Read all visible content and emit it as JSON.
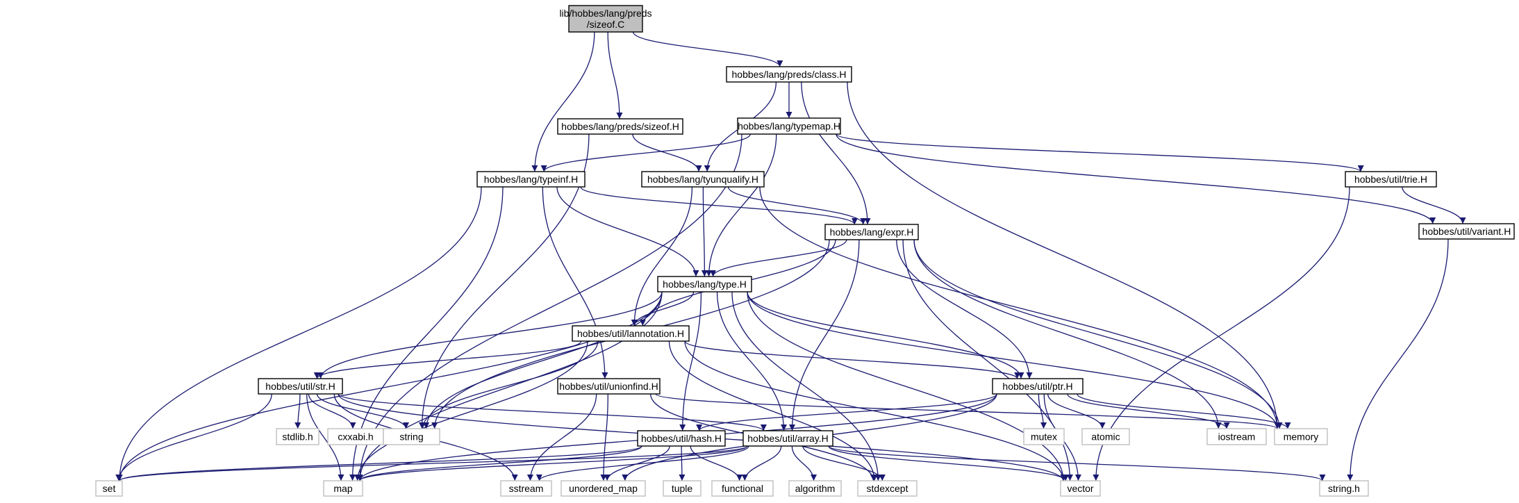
{
  "graph": {
    "title": "",
    "colors": {
      "edge": "#191970",
      "root_fill": "#bfbfbf",
      "node_border": "#000000",
      "external_border": "#bfbfbf",
      "node_fill": "#ffffff",
      "text": "#000000"
    },
    "nodes": [
      {
        "id": "root",
        "label": [
          "lib/hobbes/lang/preds",
          "/sizeof.C"
        ],
        "kind": "root"
      },
      {
        "id": "class",
        "label": [
          "hobbes/lang/preds/class.H"
        ],
        "kind": "header"
      },
      {
        "id": "sizeofH",
        "label": [
          "hobbes/lang/preds/sizeof.H"
        ],
        "kind": "header"
      },
      {
        "id": "typemap",
        "label": [
          "hobbes/lang/typemap.H"
        ],
        "kind": "header"
      },
      {
        "id": "typeinf",
        "label": [
          "hobbes/lang/typeinf.H"
        ],
        "kind": "header"
      },
      {
        "id": "tyunq",
        "label": [
          "hobbes/lang/tyunqualify.H"
        ],
        "kind": "header"
      },
      {
        "id": "trie",
        "label": [
          "hobbes/util/trie.H"
        ],
        "kind": "header"
      },
      {
        "id": "expr",
        "label": [
          "hobbes/lang/expr.H"
        ],
        "kind": "header"
      },
      {
        "id": "variant",
        "label": [
          "hobbes/util/variant.H"
        ],
        "kind": "header"
      },
      {
        "id": "type",
        "label": [
          "hobbes/lang/type.H"
        ],
        "kind": "header"
      },
      {
        "id": "lann",
        "label": [
          "hobbes/util/lannotation.H"
        ],
        "kind": "header"
      },
      {
        "id": "str",
        "label": [
          "hobbes/util/str.H"
        ],
        "kind": "header"
      },
      {
        "id": "uf",
        "label": [
          "hobbes/util/unionfind.H"
        ],
        "kind": "header"
      },
      {
        "id": "ptr",
        "label": [
          "hobbes/util/ptr.H"
        ],
        "kind": "header"
      },
      {
        "id": "hash",
        "label": [
          "hobbes/util/hash.H"
        ],
        "kind": "header"
      },
      {
        "id": "array",
        "label": [
          "hobbes/util/array.H"
        ],
        "kind": "header"
      },
      {
        "id": "stdlib",
        "label": [
          "stdlib.h"
        ],
        "kind": "external"
      },
      {
        "id": "cxxabi",
        "label": [
          "cxxabi.h"
        ],
        "kind": "external"
      },
      {
        "id": "string",
        "label": [
          "string"
        ],
        "kind": "external"
      },
      {
        "id": "mutex",
        "label": [
          "mutex"
        ],
        "kind": "external"
      },
      {
        "id": "atomic",
        "label": [
          "atomic"
        ],
        "kind": "external"
      },
      {
        "id": "iostream",
        "label": [
          "iostream"
        ],
        "kind": "external"
      },
      {
        "id": "memory",
        "label": [
          "memory"
        ],
        "kind": "external"
      },
      {
        "id": "set",
        "label": [
          "set"
        ],
        "kind": "external"
      },
      {
        "id": "map",
        "label": [
          "map"
        ],
        "kind": "external"
      },
      {
        "id": "sstream",
        "label": [
          "sstream"
        ],
        "kind": "external"
      },
      {
        "id": "umap",
        "label": [
          "unordered_map"
        ],
        "kind": "external"
      },
      {
        "id": "tuple",
        "label": [
          "tuple"
        ],
        "kind": "external"
      },
      {
        "id": "functional",
        "label": [
          "functional"
        ],
        "kind": "external"
      },
      {
        "id": "algorithm",
        "label": [
          "algorithm"
        ],
        "kind": "external"
      },
      {
        "id": "stdexcept",
        "label": [
          "stdexcept"
        ],
        "kind": "external"
      },
      {
        "id": "vector",
        "label": [
          "vector"
        ],
        "kind": "external"
      },
      {
        "id": "stringh",
        "label": [
          "string.h"
        ],
        "kind": "external"
      }
    ],
    "edges": [
      [
        "root",
        "class"
      ],
      [
        "root",
        "sizeofH"
      ],
      [
        "root",
        "typeinf"
      ],
      [
        "class",
        "typemap"
      ],
      [
        "class",
        "tyunq"
      ],
      [
        "class",
        "expr"
      ],
      [
        "class",
        "memory"
      ],
      [
        "sizeofH",
        "tyunq"
      ],
      [
        "sizeofH",
        "string"
      ],
      [
        "typemap",
        "typeinf"
      ],
      [
        "typemap",
        "type"
      ],
      [
        "typemap",
        "trie"
      ],
      [
        "typemap",
        "variant"
      ],
      [
        "typemap",
        "map"
      ],
      [
        "typeinf",
        "expr"
      ],
      [
        "typeinf",
        "type"
      ],
      [
        "typeinf",
        "uf"
      ],
      [
        "typeinf",
        "set"
      ],
      [
        "typeinf",
        "map"
      ],
      [
        "tyunq",
        "expr"
      ],
      [
        "tyunq",
        "type"
      ],
      [
        "tyunq",
        "lann"
      ],
      [
        "tyunq",
        "memory"
      ],
      [
        "trie",
        "variant"
      ],
      [
        "trie",
        "vector"
      ],
      [
        "variant",
        "stringh"
      ],
      [
        "expr",
        "type"
      ],
      [
        "expr",
        "lann"
      ],
      [
        "expr",
        "ptr"
      ],
      [
        "expr",
        "array"
      ],
      [
        "expr",
        "string"
      ],
      [
        "expr",
        "iostream"
      ],
      [
        "expr",
        "memory"
      ],
      [
        "expr",
        "vector"
      ],
      [
        "type",
        "lann"
      ],
      [
        "type",
        "str"
      ],
      [
        "type",
        "ptr"
      ],
      [
        "type",
        "hash"
      ],
      [
        "type",
        "array"
      ],
      [
        "type",
        "string"
      ],
      [
        "type",
        "set"
      ],
      [
        "type",
        "map"
      ],
      [
        "type",
        "stdexcept"
      ],
      [
        "type",
        "memory"
      ],
      [
        "type",
        "vector"
      ],
      [
        "lann",
        "str"
      ],
      [
        "lann",
        "ptr"
      ],
      [
        "lann",
        "string"
      ],
      [
        "lann",
        "map"
      ],
      [
        "lann",
        "stdexcept"
      ],
      [
        "lann",
        "vector"
      ],
      [
        "str",
        "stdlib"
      ],
      [
        "str",
        "cxxabi"
      ],
      [
        "str",
        "string"
      ],
      [
        "str",
        "set"
      ],
      [
        "str",
        "map"
      ],
      [
        "str",
        "sstream"
      ],
      [
        "str",
        "vector"
      ],
      [
        "str",
        "array"
      ],
      [
        "uf",
        "umap"
      ],
      [
        "uf",
        "sstream"
      ],
      [
        "uf",
        "stdexcept"
      ],
      [
        "uf",
        "memory"
      ],
      [
        "ptr",
        "hash"
      ],
      [
        "ptr",
        "mutex"
      ],
      [
        "ptr",
        "atomic"
      ],
      [
        "ptr",
        "iostream"
      ],
      [
        "ptr",
        "memory"
      ],
      [
        "ptr",
        "vector"
      ],
      [
        "ptr",
        "map"
      ],
      [
        "ptr",
        "umap"
      ],
      [
        "hash",
        "map"
      ],
      [
        "hash",
        "umap"
      ],
      [
        "hash",
        "tuple"
      ],
      [
        "hash",
        "functional"
      ],
      [
        "hash",
        "set"
      ],
      [
        "array",
        "map"
      ],
      [
        "array",
        "sstream"
      ],
      [
        "array",
        "functional"
      ],
      [
        "array",
        "algorithm"
      ],
      [
        "array",
        "stdexcept"
      ],
      [
        "array",
        "vector"
      ],
      [
        "array",
        "stringh"
      ],
      [
        "array",
        "set"
      ]
    ]
  }
}
